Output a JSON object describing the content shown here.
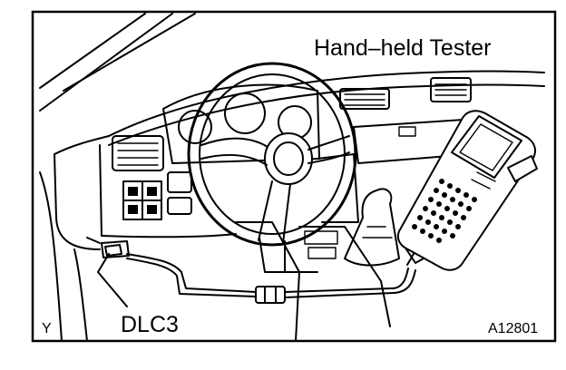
{
  "figure": {
    "labels": {
      "tester": "Hand–held Tester",
      "connector": "DLC3",
      "corner_mark": "Y",
      "figure_code": "A12801"
    },
    "icons": [
      "steering-wheel-icon",
      "hand-held-tester-icon",
      "dlc3-connector-icon",
      "cable-icon",
      "gear-shift-icon"
    ]
  }
}
